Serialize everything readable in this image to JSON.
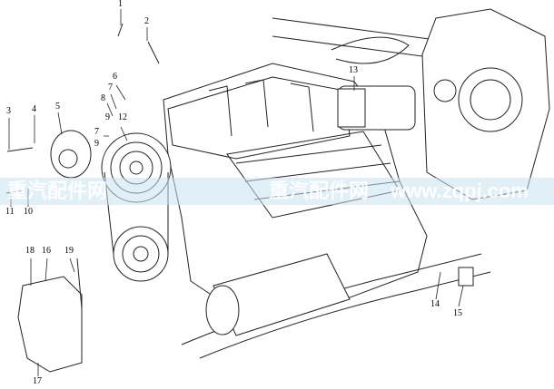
{
  "labels": [
    "1",
    "2",
    "3",
    "4",
    "5",
    "6",
    "7",
    "8",
    "9",
    "7",
    "9",
    "10",
    "11",
    "12",
    "13",
    "14",
    "15",
    "16",
    "17",
    "18",
    "19"
  ],
  "watermark": {
    "site_cn": "重汽配件网",
    "url": "www.zqpj.com",
    "site_cn2": "重汽配件网"
  }
}
